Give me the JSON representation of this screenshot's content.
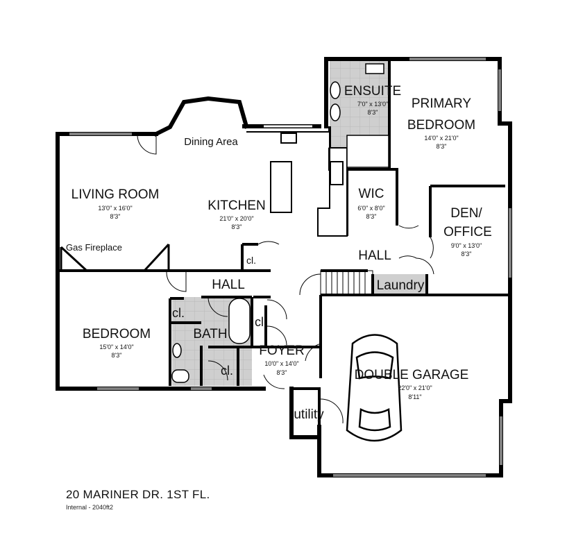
{
  "plan_title": "20 MARINER DR. 1ST FL.",
  "plan_subtitle": "Internal - 2040ft2",
  "rooms": {
    "ensuite": {
      "name": "ENSUITE",
      "size": "7'0\" x 13'0\"",
      "height": "8'3\""
    },
    "primary": {
      "name1": "PRIMARY",
      "name2": "BEDROOM",
      "size": "14'0\" x 21'0\"",
      "height": "8'3\""
    },
    "dining": {
      "name": "Dining Area"
    },
    "living": {
      "name": "LIVING ROOM",
      "size": "13'0\" x 16'0\"",
      "height": "8'3\""
    },
    "kitchen": {
      "name": "KITCHEN",
      "size": "21'0\" x 20'0\"",
      "height": "8'3\""
    },
    "wic": {
      "name": "WIC",
      "size": "6'0\" x 8'0\"",
      "height": "8'3\""
    },
    "den": {
      "name1": "DEN/",
      "name2": "OFFICE",
      "size": "9'0\" x 13'0\"",
      "height": "8'3\""
    },
    "fireplace": {
      "name": "Gas Fireplace"
    },
    "hall_upper": {
      "name": "HALL"
    },
    "hall_lower": {
      "name": "HALL"
    },
    "laundry": {
      "name": "Laundry"
    },
    "bedroom": {
      "name": "BEDROOM",
      "size": "15'0\" x 14'0\"",
      "height": "8'3\""
    },
    "bath": {
      "name": "BATH"
    },
    "foyer": {
      "name": "FOYER",
      "size": "10'0\" x 14'0\"",
      "height": "8'3\""
    },
    "garage": {
      "name": "DOUBLE GARAGE",
      "size": "22'0\" x 21'0\"",
      "height": "8'11\""
    },
    "utility": {
      "name": "utility"
    },
    "closet": {
      "name": "cl."
    }
  }
}
